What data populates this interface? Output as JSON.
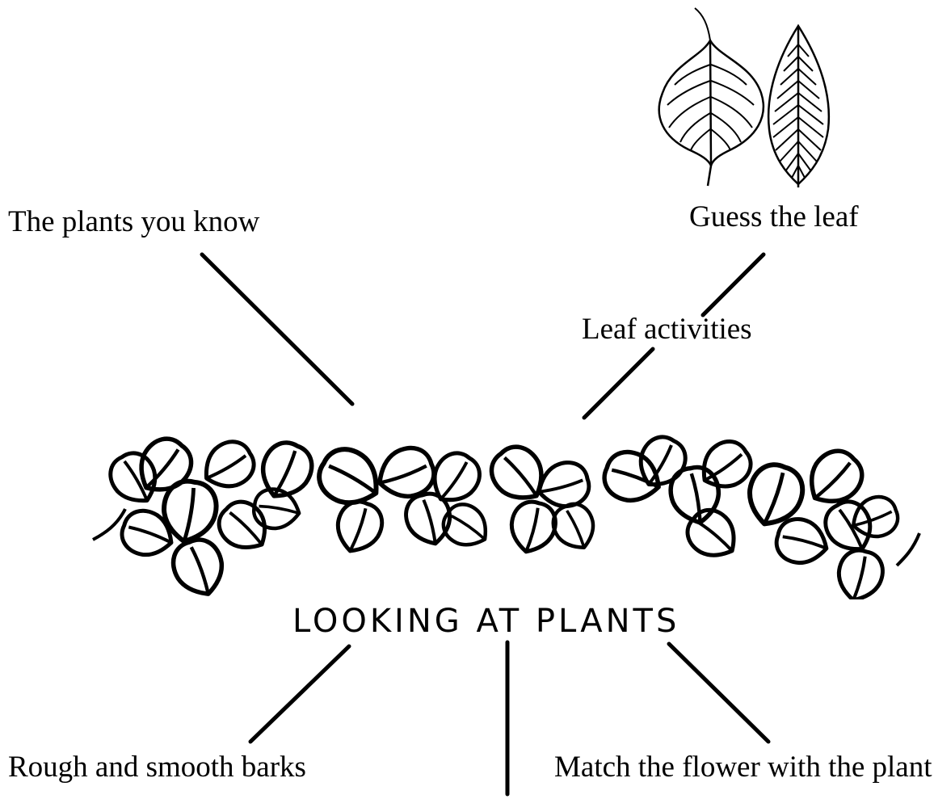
{
  "title": "LOOKING AT PLANTS",
  "branches": {
    "plants_you_know": "The plants you know",
    "guess_the_leaf": "Guess the leaf",
    "leaf_activities": "Leaf activities",
    "rough_smooth_barks": "Rough and smooth barks",
    "match_flower": "Match the flower with the plant"
  },
  "colors": {
    "ink": "#000000",
    "background": "#ffffff"
  }
}
